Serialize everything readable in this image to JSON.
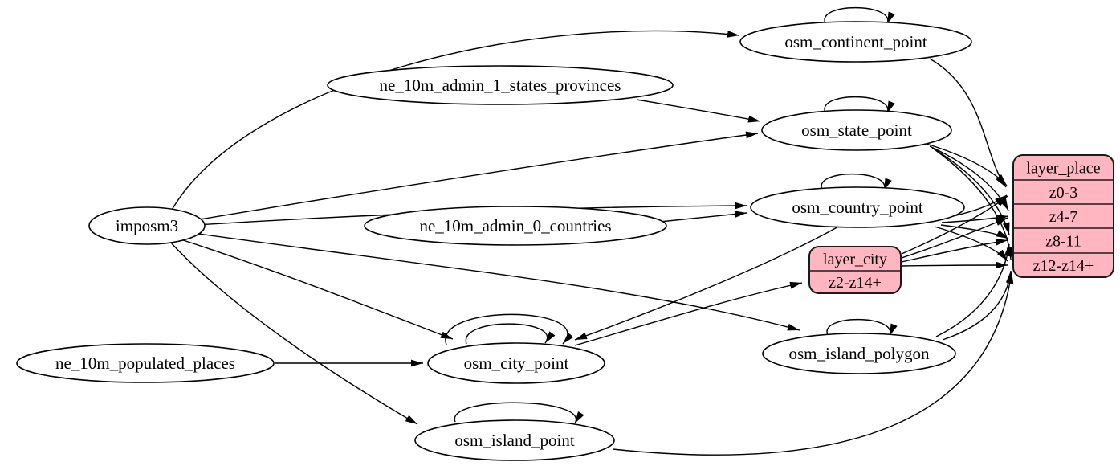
{
  "diagram": {
    "type": "etl-dependency-graph",
    "background": "#ffffff",
    "node_fill": "#ffffff",
    "node_stroke": "#000000",
    "record_fill": "#ffb6c1",
    "edge_color": "#000000",
    "nodes": [
      {
        "id": "imposm3",
        "label": "imposm3"
      },
      {
        "id": "ne_10m_admin_1_states_provinces",
        "label": "ne_10m_admin_1_states_provinces"
      },
      {
        "id": "ne_10m_admin_0_countries",
        "label": "ne_10m_admin_0_countries"
      },
      {
        "id": "ne_10m_populated_places",
        "label": "ne_10m_populated_places"
      },
      {
        "id": "osm_continent_point",
        "label": "osm_continent_point"
      },
      {
        "id": "osm_state_point",
        "label": "osm_state_point"
      },
      {
        "id": "osm_country_point",
        "label": "osm_country_point"
      },
      {
        "id": "osm_city_point",
        "label": "osm_city_point"
      },
      {
        "id": "osm_island_polygon",
        "label": "osm_island_polygon"
      },
      {
        "id": "osm_island_point",
        "label": "osm_island_point"
      }
    ],
    "records": [
      {
        "id": "layer_city",
        "title": "layer_city",
        "rows": [
          "z2-z14+"
        ]
      },
      {
        "id": "layer_place",
        "title": "layer_place",
        "rows": [
          "z0-3",
          "z4-7",
          "z8-11",
          "z12-z14+"
        ]
      }
    ],
    "edges": [
      {
        "from": "imposm3",
        "to": "osm_continent_point"
      },
      {
        "from": "imposm3",
        "to": "osm_state_point"
      },
      {
        "from": "imposm3",
        "to": "osm_country_point"
      },
      {
        "from": "imposm3",
        "to": "osm_city_point"
      },
      {
        "from": "imposm3",
        "to": "osm_island_polygon"
      },
      {
        "from": "imposm3",
        "to": "osm_island_point"
      },
      {
        "from": "ne_10m_admin_1_states_provinces",
        "to": "osm_state_point"
      },
      {
        "from": "ne_10m_admin_0_countries",
        "to": "osm_country_point"
      },
      {
        "from": "ne_10m_populated_places",
        "to": "osm_city_point"
      },
      {
        "from": "osm_country_point",
        "to": "osm_city_point"
      },
      {
        "from": "osm_city_point",
        "to": "layer_city",
        "to_row": "z2-z14+"
      },
      {
        "from": "osm_continent_point",
        "to": "layer_place",
        "to_row": "z0-3"
      },
      {
        "from": "osm_state_point",
        "to": "layer_place",
        "to_row": "z0-3"
      },
      {
        "from": "osm_state_point",
        "to": "layer_place",
        "to_row": "z4-7"
      },
      {
        "from": "osm_state_point",
        "to": "layer_place",
        "to_row": "z8-11"
      },
      {
        "from": "osm_state_point",
        "to": "layer_place",
        "to_row": "z12-z14+"
      },
      {
        "from": "osm_country_point",
        "to": "layer_place",
        "to_row": "z0-3"
      },
      {
        "from": "osm_country_point",
        "to": "layer_place",
        "to_row": "z4-7"
      },
      {
        "from": "osm_country_point",
        "to": "layer_place",
        "to_row": "z8-11"
      },
      {
        "from": "osm_country_point",
        "to": "layer_place",
        "to_row": "z12-z14+"
      },
      {
        "from": "layer_city",
        "to": "layer_place",
        "to_row": "z0-3"
      },
      {
        "from": "layer_city",
        "to": "layer_place",
        "to_row": "z4-7"
      },
      {
        "from": "layer_city",
        "to": "layer_place",
        "to_row": "z8-11"
      },
      {
        "from": "layer_city",
        "to": "layer_place",
        "to_row": "z12-z14+"
      },
      {
        "from": "osm_island_polygon",
        "to": "layer_place",
        "to_row": "z8-11"
      },
      {
        "from": "osm_island_polygon",
        "to": "layer_place",
        "to_row": "z12-z14+"
      },
      {
        "from": "osm_island_point",
        "to": "layer_place",
        "to_row": "z12-z14+"
      },
      {
        "from": "osm_continent_point",
        "to": "osm_continent_point",
        "self": true
      },
      {
        "from": "osm_state_point",
        "to": "osm_state_point",
        "self": true
      },
      {
        "from": "osm_country_point",
        "to": "osm_country_point",
        "self": true
      },
      {
        "from": "osm_city_point",
        "to": "osm_city_point",
        "self": true,
        "variant": 1
      },
      {
        "from": "osm_city_point",
        "to": "osm_city_point",
        "self": true,
        "variant": 2
      },
      {
        "from": "osm_island_polygon",
        "to": "osm_island_polygon",
        "self": true
      },
      {
        "from": "osm_island_point",
        "to": "osm_island_point",
        "self": true
      }
    ]
  }
}
